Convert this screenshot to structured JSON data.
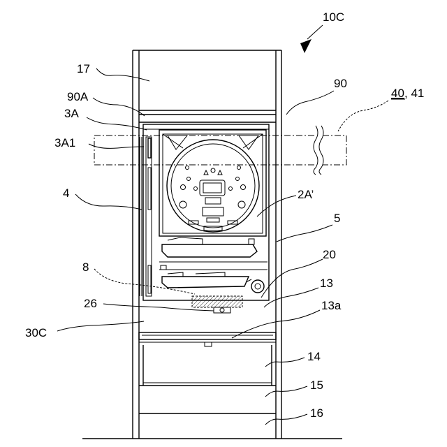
{
  "labels": {
    "assembly": "10C",
    "top_box": "17",
    "frame_top": "90",
    "frame_top_a": "90A",
    "region_ref_underlined": "40",
    "region_ref_rest": ", 41",
    "front_door": "3A",
    "door_part": "3A1",
    "left_panel": "4",
    "game_board": "2A’",
    "right_panel": "5",
    "sensor_dashed": "8",
    "lower_unit": "20",
    "shelf": "13",
    "shelf_edge": "13a",
    "hatched_part": "26",
    "cabinet": "30C",
    "drawer_upper": "14",
    "drawer_middle": "15",
    "drawer_lower": "16"
  }
}
